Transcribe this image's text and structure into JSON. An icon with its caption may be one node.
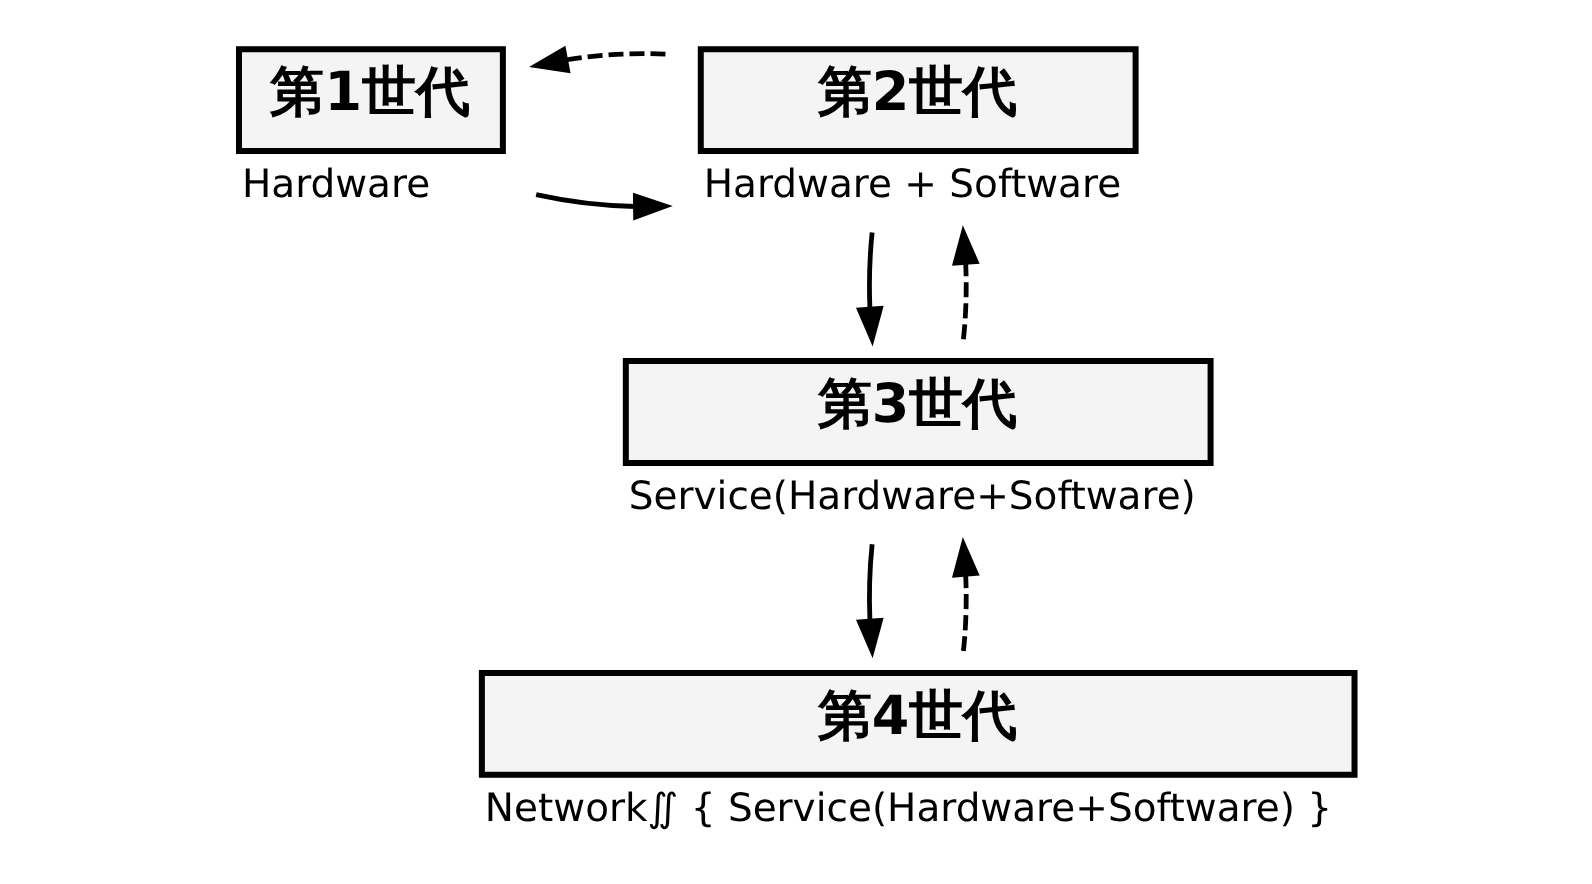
{
  "diagram": {
    "nodes": [
      {
        "text": [
          "第1世代"
        ],
        "beside": [
          "Hardware"
        ]
      },
      {
        "text": [
          "第2世代"
        ],
        "beside": [
          "Hardware + Software"
        ]
      },
      {
        "text": [
          "第3世代"
        ],
        "beside": [
          "Service(Hardware+Software)"
        ]
      },
      {
        "text": [
          "第4世代"
        ],
        "beside": [
          "Network∬ { Service(Hardware+Software) }"
        ]
      }
    ],
    "edges": [
      {
        "from": 0,
        "to": 1,
        "arrow": "to"
      },
      {
        "from": 1,
        "to": 0,
        "arrow": "to",
        "style": "dashed"
      },
      {
        "from": 1,
        "to": 2,
        "arrow": "to"
      },
      {
        "from": 2,
        "to": 1,
        "arrow": "to",
        "style": "dashed"
      },
      {
        "from": 2,
        "to": 3,
        "arrow": "to"
      },
      {
        "from": 3,
        "to": 2,
        "arrow": "to",
        "style": "dashed"
      }
    ]
  }
}
